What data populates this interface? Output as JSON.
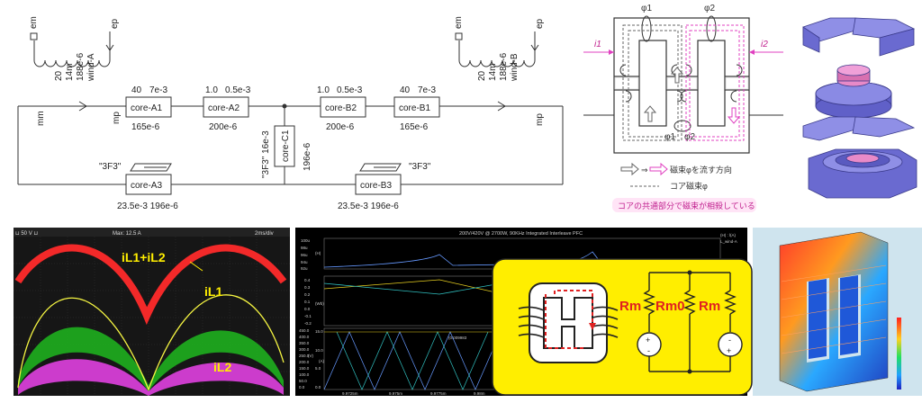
{
  "schematic": {
    "winding_a": {
      "n": "20",
      "r": "14m",
      "l": "188e-6",
      "name": "wind-A",
      "top_left": "em",
      "top_right": "ep",
      "bot_left": "mm",
      "bot_right": "mp"
    },
    "winding_b": {
      "n": "20",
      "r": "14m",
      "l": "188e-6",
      "name": "wind-B",
      "top_left": "em",
      "top_right": "ep",
      "bot_right": "mp"
    },
    "blocks": [
      {
        "name": "core-A1",
        "p1": "40",
        "p2": "7e-3",
        "bottom": "165e-6"
      },
      {
        "name": "core-A2",
        "p1": "1.0",
        "p2": "0.5e-3",
        "bottom": "200e-6"
      },
      {
        "name": "core-B2",
        "p1": "1.0",
        "p2": "0.5e-3",
        "bottom": "200e-6"
      },
      {
        "name": "core-B1",
        "p1": "40",
        "p2": "7e-3",
        "bottom": "165e-6"
      }
    ],
    "core_c1": {
      "name": "core-C1",
      "left": "\"3F3\" 16e-3",
      "right": "196e-6"
    },
    "core_a3": {
      "name": "core-A3",
      "tag": "\"3F3\"",
      "bottom": "23.5e-3   196e-6"
    },
    "core_b3": {
      "name": "core-B3",
      "tag": "\"3F3\"",
      "bottom": "23.5e-3   196e-6"
    }
  },
  "flux": {
    "phi1": "φ1",
    "phi2": "φ2",
    "i1": "i1",
    "i2": "i2",
    "phi1_mid": "φ1",
    "phi2_mid": "φ2",
    "legend_arrow": "磁束φを流す方向",
    "legend_dashed": "コア磁束φ",
    "note": "コアの共通部分で磁束が相殺している"
  },
  "scope": {
    "header_left": "⊔ 50 V ⊔",
    "header_mid": "Max: 12.5 A",
    "header_right": "2ms/div",
    "label_sum": "iL1+iL2",
    "label_l1": "iL1",
    "label_l2": "iL2",
    "colors": {
      "sum": "#ff2a2a",
      "l1": "#f5f542",
      "l2green": "#1fb81f",
      "l2": "#e040e0"
    }
  },
  "sim": {
    "title": "200V/420V @ 2700W, 90KHz Integrated Interleave PFC",
    "right_tag": "(H) : l(A)",
    "right_tag2": "L_wind-A",
    "top_axis": [
      "100u",
      "98u",
      "96u",
      "94u",
      "92u"
    ],
    "mid_axis": [
      "0.4",
      "0.3",
      "0.2",
      "0.1",
      "0.0",
      "-0.1",
      "-0.2"
    ],
    "bot_axis": [
      "450.0",
      "400.0",
      "350.0",
      "300.0",
      "250.0",
      "200.0",
      "150.0",
      "100.0",
      "50.0",
      "0.0"
    ],
    "bot_axis2": [
      "15.0",
      "10.0",
      "5.0",
      "0.0"
    ],
    "x_axis": [
      "9.9725m",
      "9.975m",
      "9.9775m",
      "9.98m"
    ],
    "cursor": "(0.009983",
    "axis_units": [
      "(H)",
      "(Wb)",
      "(V)",
      "(A)"
    ]
  },
  "overlay": {
    "rm_left": "Rm",
    "rm0": "Rm0",
    "rm_right": "Rm",
    "bg": "#ffee00"
  }
}
